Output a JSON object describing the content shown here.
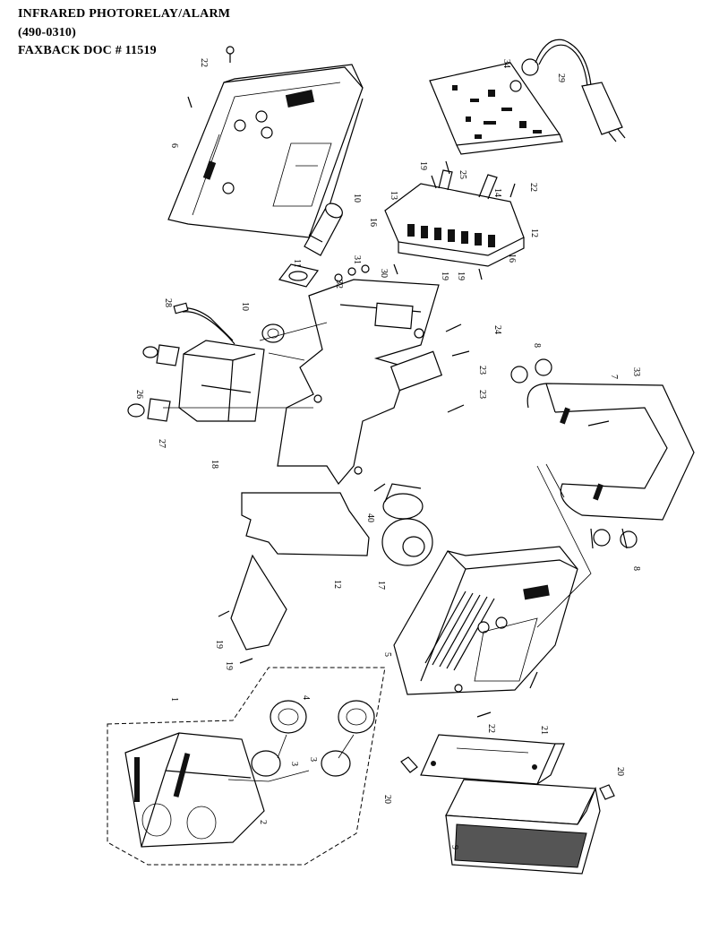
{
  "header": {
    "title": "INFRARED PHOTORELAY/ALARM",
    "model": "(490-0310)",
    "doc": "FAXBACK DOC # 11519"
  },
  "part_numbers": [
    "22",
    "6",
    "34",
    "29",
    "19",
    "25",
    "22",
    "13",
    "16",
    "14",
    "10",
    "12",
    "16",
    "11",
    "31",
    "32",
    "30",
    "19",
    "19",
    "28",
    "10",
    "24",
    "23",
    "8",
    "7",
    "33",
    "26",
    "27",
    "18",
    "23",
    "40",
    "17",
    "12",
    "8",
    "19",
    "19",
    "5",
    "22",
    "1",
    "4",
    "3",
    "3",
    "2",
    "21",
    "20",
    "20",
    "9"
  ]
}
